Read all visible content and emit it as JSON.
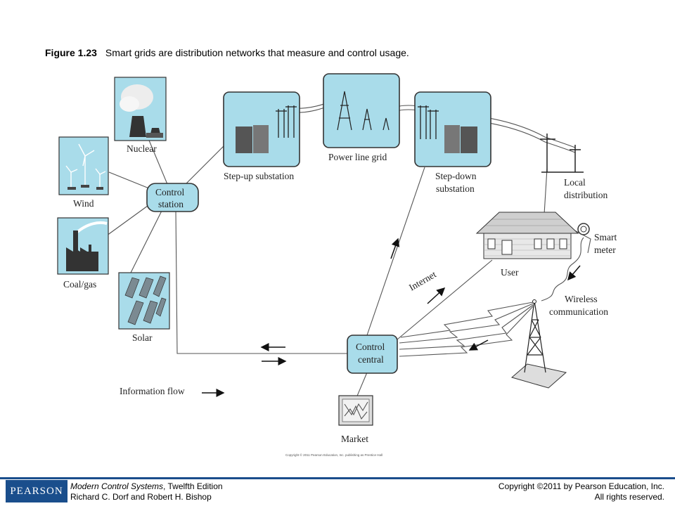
{
  "caption": {
    "figure_number": "Figure 1.23",
    "text": "Smart grids are distribution networks that measure and control usage."
  },
  "diagram": {
    "labels": {
      "nuclear": "Nuclear",
      "wind": "Wind",
      "coal_gas": "Coal/gas",
      "solar": "Solar",
      "control_station_1": "Control",
      "control_station_2": "station",
      "step_up": "Step-up substation",
      "power_line_grid": "Power line grid",
      "step_down_1": "Step-down",
      "step_down_2": "substation",
      "local_distribution_1": "Local",
      "local_distribution_2": "distribution",
      "user": "User",
      "smart_meter_1": "Smart",
      "smart_meter_2": "meter",
      "internet": "Internet",
      "wireless_1": "Wireless",
      "wireless_2": "communication",
      "control_central_1": "Control",
      "control_central_2": "central",
      "information_flow": "Information flow",
      "market": "Market"
    },
    "small_copyright": "Copyright © 2011 Pearson Education, Inc. publishing as Prentice Hall"
  },
  "footer": {
    "logo": "PEARSON",
    "book_title": "Modern Control Systems",
    "edition": ", Twelfth Edition",
    "authors": "Richard C. Dorf and Robert H. Bishop",
    "copyright": "Copyright ©2011 by Pearson Education, Inc.",
    "rights": "All rights reserved."
  },
  "colors": {
    "box_fill": "#a9dcea",
    "footer_blue": "#1a4e8c"
  }
}
